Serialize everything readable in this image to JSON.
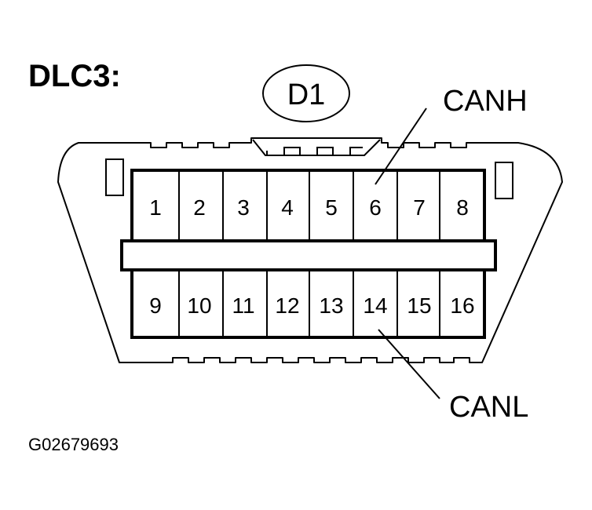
{
  "title": "DLC3:",
  "connector_code": "D1",
  "callouts": {
    "high": "CANH",
    "low": "CANL"
  },
  "figure_id": "G02679693",
  "pins_top": [
    "1",
    "2",
    "3",
    "4",
    "5",
    "6",
    "7",
    "8"
  ],
  "pins_bottom": [
    "9",
    "10",
    "11",
    "12",
    "13",
    "14",
    "15",
    "16"
  ]
}
